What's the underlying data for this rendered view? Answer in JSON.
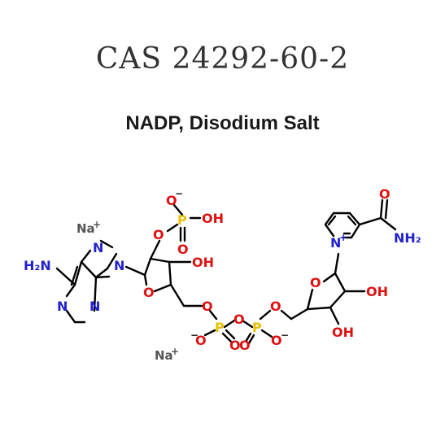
{
  "header": {
    "cas_text": "CAS 24292-60-2",
    "compound_name": "NADP, Disodium Salt"
  },
  "counterions": {
    "na1": "Na",
    "na1_sup": "+",
    "na2": "Na",
    "na2_sup": "+"
  },
  "atoms": {
    "adenine_n7": "N",
    "adenine_n9": "N",
    "adenine_n1": "N",
    "adenine_n3": "N",
    "amine_h2n": "H₂N",
    "ribose1_o": "O",
    "ribose1_oh": "OH",
    "phos2_o_link": "O",
    "phos2_p": "P",
    "phos2_ominus": "O",
    "phos2_minus": "−",
    "phos2_oh": "OH",
    "phos2_oeq": "O",
    "c5_o": "O",
    "pa_p": "P",
    "pa_ominus": "O",
    "pa_minus": "−",
    "pa_oeq": "O",
    "bridge_o": "O",
    "pb_p": "P",
    "pb_oeq": "O",
    "pb_ominus": "O",
    "pb_minus": "−",
    "c5b_o": "O",
    "ribose2_o": "O",
    "ribose2_oh3": "OH",
    "ribose2_oh2": "OH",
    "pyridinium_n": "N",
    "pyridinium_plus": "+",
    "amide_o": "O",
    "amide_nh2": "NH₂"
  },
  "colors": {
    "carbon_bond": "#000000",
    "nitrogen": "#2222cc",
    "oxygen": "#dd1111",
    "phosphorus": "#e8c000",
    "sodium": "#555555"
  }
}
